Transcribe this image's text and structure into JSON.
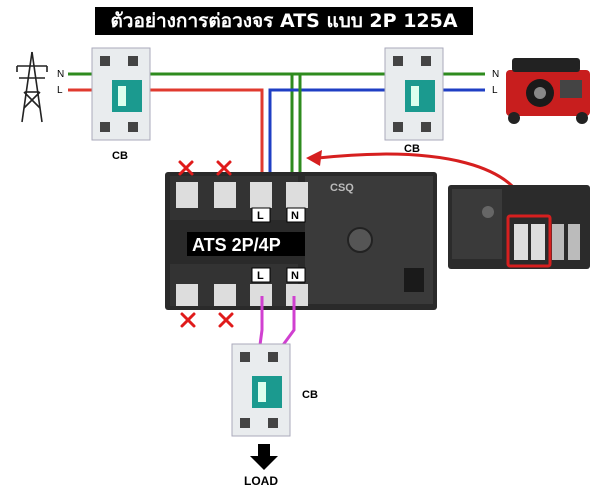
{
  "title": "ตัวอย่างการต่อวงจร ATS แบบ 2P 125A",
  "labels": {
    "neutral": "N",
    "line": "L",
    "cb": "CB",
    "ats": "ATS 2P/4P",
    "brand": "CSQ",
    "load": "LOAD"
  },
  "colors": {
    "neutral_wire": "#2e8b1e",
    "line_wire": "#e03a2f",
    "blue_wire": "#1f3fc4",
    "load_wire": "#d040d0",
    "arrow": "#d61f1f",
    "cross": "#e01b1b"
  },
  "icons": [
    "power-tower-icon",
    "generator-icon",
    "x-mark-icon",
    "down-arrow-icon"
  ]
}
